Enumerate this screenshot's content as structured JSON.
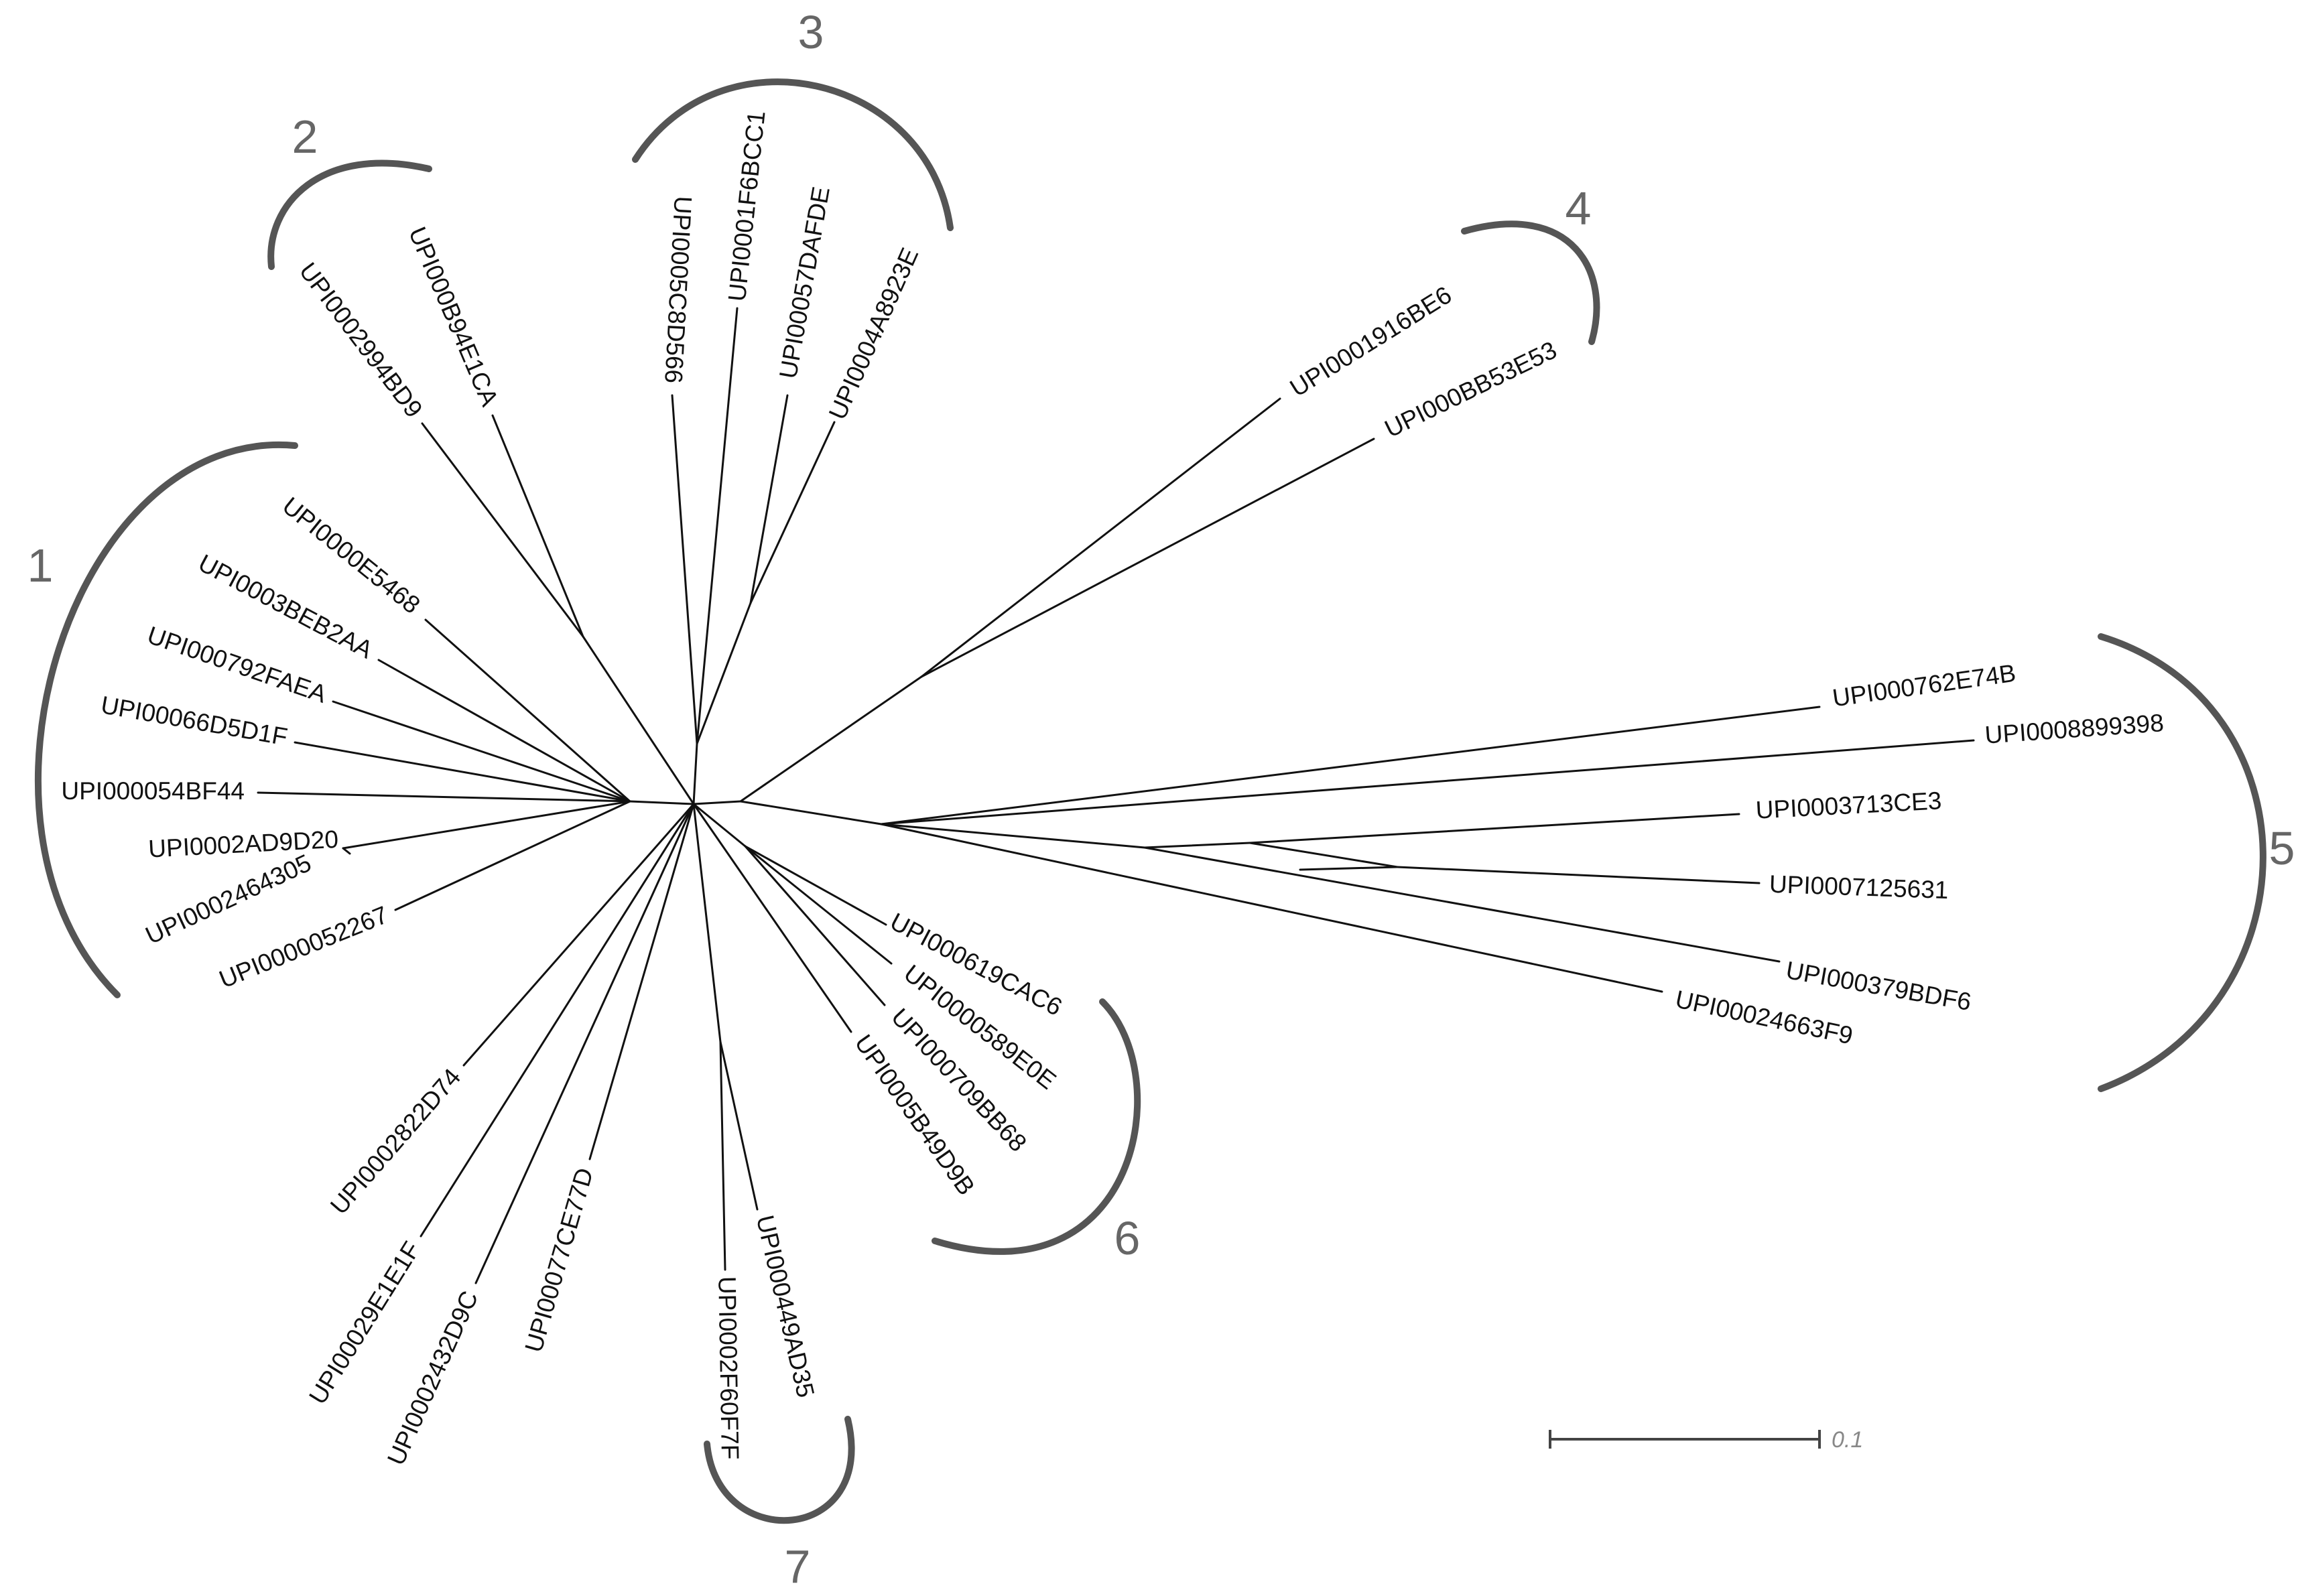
{
  "colors": {
    "branch": "#111111",
    "clade_arc": "#555555",
    "group_number": "#666666",
    "scale_text": "#888888"
  },
  "scale_bar": {
    "label": "0.1",
    "value": 0.1
  },
  "groups": [
    {
      "number": "1",
      "leaves": [
        "UPI0000E5468",
        "UPI0003BEB2AA",
        "UPI000792FAEA",
        "UPI00066D5D1F",
        "UPI000054BF44",
        "UPI0002AD9D20",
        "UPI0002464305",
        "UPI0000052267"
      ]
    },
    {
      "number": "2",
      "leaves": [
        "UPI000B94E1CA",
        "UPI0002994BD9"
      ]
    },
    {
      "number": "3",
      "leaves": [
        "UPI0005C8D566",
        "UPI0001F6BCC1",
        "UPI00057DAFDE",
        "UPI0004A8923E"
      ]
    },
    {
      "number": "4",
      "leaves": [
        "UPI0001916BE6",
        "UPI000BB53E53"
      ]
    },
    {
      "number": "5",
      "leaves": [
        "UPI000762E74B",
        "UPI0008899398",
        "UPI0003713CE3",
        "UPI0007125631",
        "UPI000379BDF6",
        "UPI00024663F9"
      ]
    },
    {
      "number": "6",
      "leaves": [
        "UPI000619CAC6",
        "UPI0000589E0E",
        "UPI000709BB68",
        "UPI0005B49D9B"
      ]
    },
    {
      "number": "7",
      "leaves": [
        "UPI000449AD35",
        "UPI0002F60F7F"
      ]
    }
  ],
  "ungrouped_leaves": [
    "UPI0002822D74",
    "UPI00029E1E1F",
    "UPI0002432D9C",
    "UPI00077CE77D"
  ]
}
